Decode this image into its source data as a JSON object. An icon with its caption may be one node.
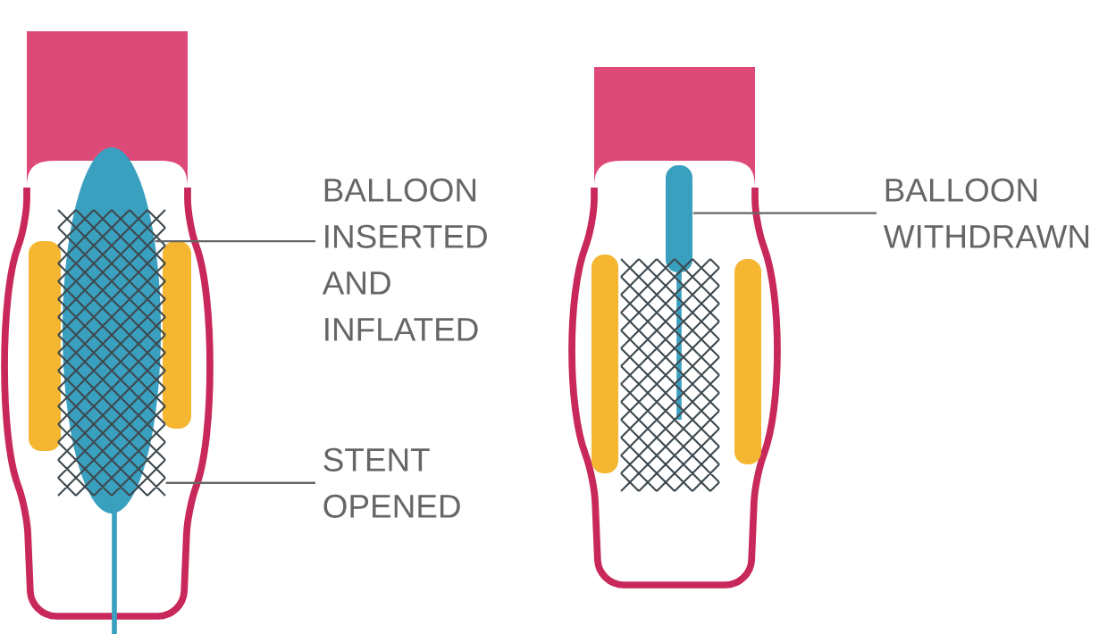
{
  "diagram": {
    "nodes": [
      {
        "text": [
          "BALLOON INSERTED AND INFLATED"
        ]
      },
      {
        "text": [],
        "shape": "picture"
      },
      {
        "text": [
          "STENT OPENED"
        ]
      },
      {
        "text": [],
        "shape": "picture"
      },
      {
        "text": [
          "BALLOON WITHDRAWN"
        ]
      },
      {
        "text": [],
        "shape": "picture"
      },
      {
        "text": [],
        "shape": "picture"
      }
    ],
    "edges": [
      {
        "from": 0,
        "to": 1,
        "arrow": "none"
      },
      {
        "from": 2,
        "to": 3,
        "arrow": "none"
      },
      {
        "from": 4,
        "to": 5,
        "arrow": "none"
      }
    ]
  }
}
